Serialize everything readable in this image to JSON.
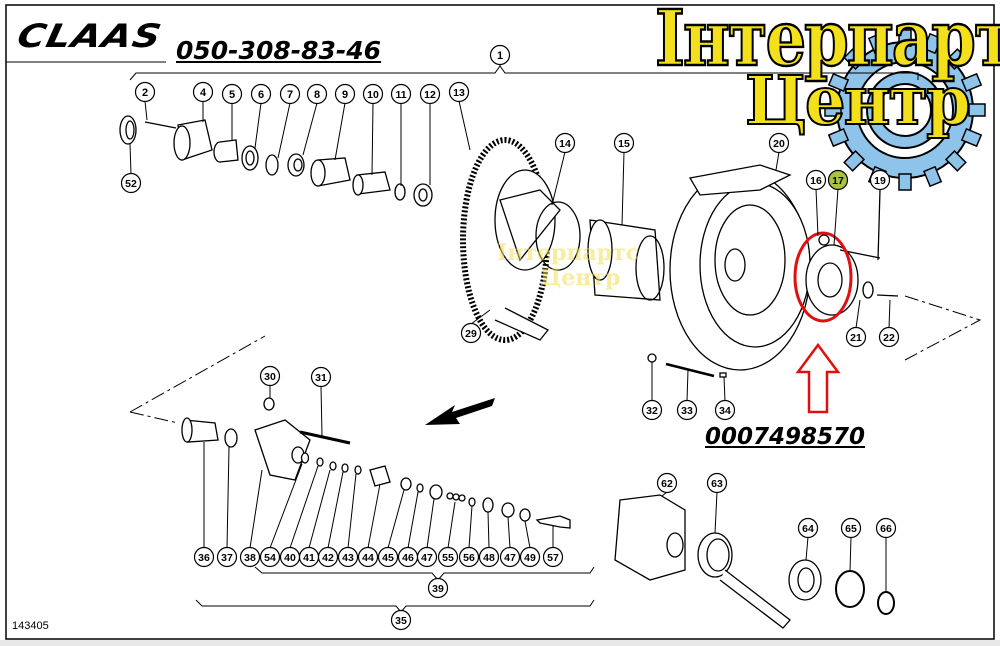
{
  "brand": "CLAAS",
  "phone": "050-308-83-46",
  "part_number": "0007498570",
  "figure_number": "143405",
  "watermark": {
    "line1": "Інтерпартс",
    "line2": "Центр"
  },
  "colors": {
    "logo_yellow": "#f3e01a",
    "gear_blue": "#8ec4ea",
    "highlight_red": "#e01010",
    "highlight_callout": "#a9c23f"
  },
  "callouts": [
    "1",
    "2",
    "4",
    "5",
    "6",
    "7",
    "8",
    "9",
    "10",
    "11",
    "12",
    "13",
    "52",
    "14",
    "15",
    "20",
    "16",
    "17",
    "19",
    "21",
    "22",
    "29",
    "30",
    "31",
    "32",
    "33",
    "34",
    "36",
    "37",
    "38",
    "54",
    "40",
    "41",
    "42",
    "43",
    "44",
    "45",
    "46",
    "47",
    "55",
    "56",
    "48",
    "47",
    "49",
    "57",
    "39",
    "35",
    "62",
    "63",
    "64",
    "65",
    "66"
  ],
  "highlighted_callout": "17"
}
